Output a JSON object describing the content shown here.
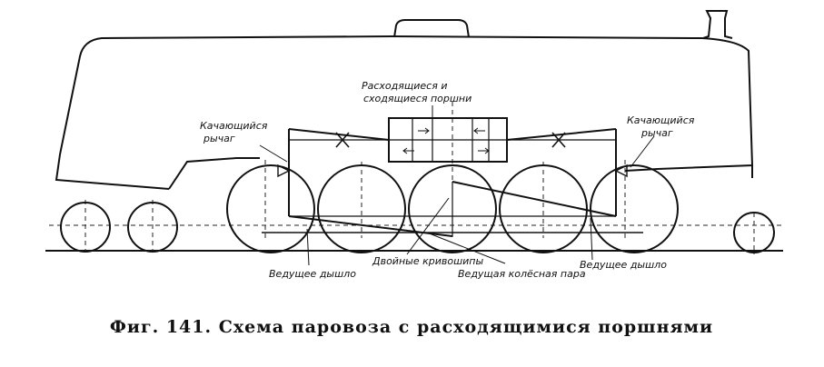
{
  "labels": {
    "pistons": [
      "Расходящиеся и",
      "сходящиеся поршни"
    ],
    "rocker_left": [
      "Качающийся",
      "рычаг"
    ],
    "rocker_right": [
      "Качающийся",
      "рычаг"
    ],
    "drive_bar_left": "Ведущее дышло",
    "double_cranks": "Двойные кривошипы",
    "driving_wheelset": "Ведущая колёсная пара",
    "drive_bar_right": "Ведущее дышло"
  },
  "caption": "Фиг. 141. Схема паровоза с расходящимися поршнями"
}
